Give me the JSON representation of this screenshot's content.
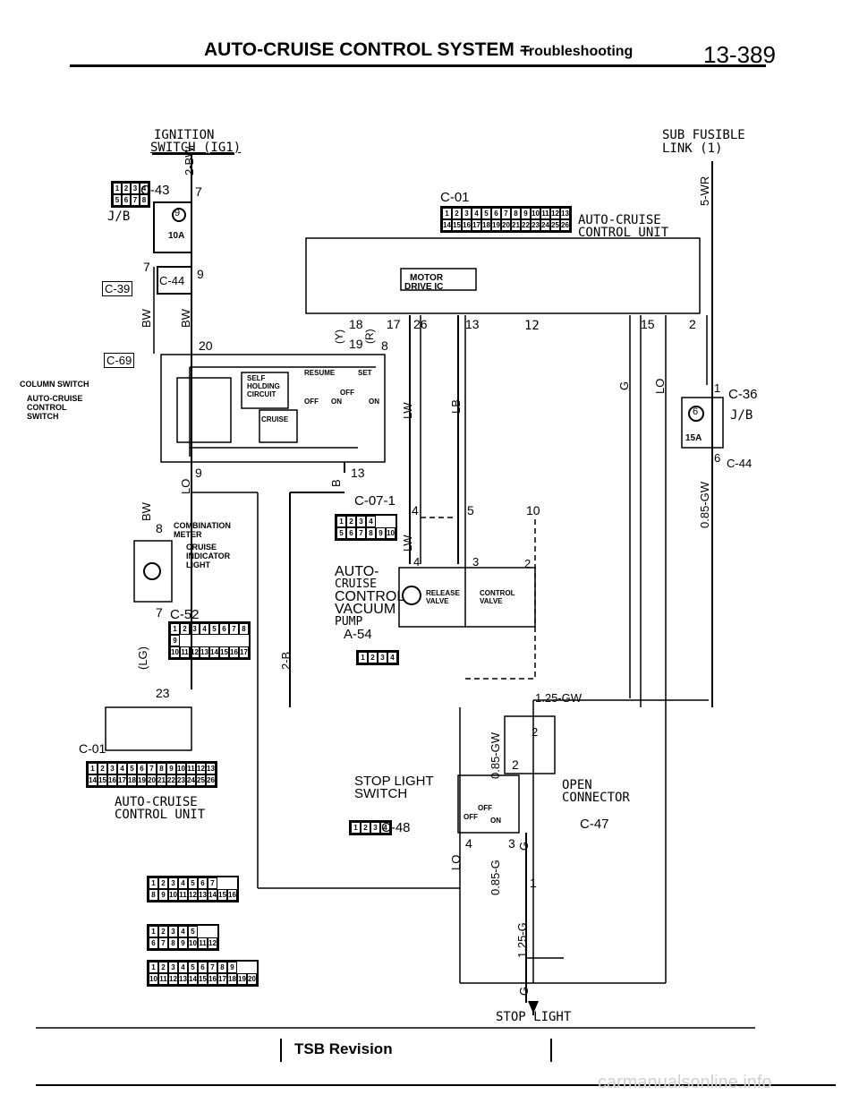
{
  "header": {
    "title": "AUTO-CRUISE CONTROL SYSTEM",
    "dash": "–",
    "subtitle": "Troubleshooting",
    "page_number": "13-389"
  },
  "labels": {
    "ignition": "IGNITION",
    "ignition_switch": "SWITCH (IG1)",
    "sub_fusible": "SUB FUSIBLE",
    "link": "LINK",
    "link_num": "1",
    "jb_left": "J/B",
    "jb_right": "J/B",
    "fuse_left_num": "9",
    "fuse_left_amp": "10A",
    "fuse_right_num": "6",
    "fuse_right_amp": "15A",
    "c43": "C-43",
    "c01_top": "C-01",
    "c01_bottom": "C-01",
    "acu_top_1": "AUTO-CRUISE",
    "acu_top_2": "CONTROL UNIT",
    "acu_bot_1": "AUTO-CRUISE",
    "acu_bot_2": "CONTROL UNIT",
    "c39": "C-39",
    "c44": "C-44",
    "c44b": "C-44",
    "c69": "C-69",
    "c36": "C-36",
    "motor_1": "MOTOR",
    "motor_2": "DRIVE IC",
    "column_sw": "COLUMN SWITCH",
    "acc_sw_1": "AUTO-CRUISE",
    "acc_sw_2": "CONTROL",
    "acc_sw_3": "SWITCH",
    "self_1": "SELF",
    "self_2": "HOLDING",
    "self_3": "CIRCUIT",
    "cruise": "CRUISE",
    "resume": "RESUME",
    "set": "SET",
    "off": "OFF",
    "on": "ON",
    "off2": "OFF",
    "on2": "ON",
    "combi_1": "COMBINATION",
    "combi_2": "METER",
    "cruise_ind_1": "CRUISE",
    "cruise_ind_2": "INDICATOR",
    "cruise_ind_3": "LIGHT",
    "c52": "C-52",
    "c071": "C-07-1",
    "pump_1": "AUTO-",
    "pump_2": "CRUISE",
    "pump_3": "CONTROL",
    "pump_4": "VACUUM",
    "pump_5": "PUMP",
    "a54": "A-54",
    "release_valve_1": "RELEASE",
    "release_valve_2": "VALVE",
    "control_valve_1": "CONTROL",
    "control_valve_2": "VALVE",
    "stop_light_sw_1": "STOP LIGHT",
    "stop_light_sw_2": "SWITCH",
    "c48": "C-48",
    "off3": "OFF",
    "on3": "ON",
    "off4": "OFF",
    "open_conn_1": "OPEN",
    "open_conn_2": "CONNECTOR",
    "c47": "C-47",
    "stop_light": "STOP LIGHT",
    "tsb": "TSB Revision",
    "watermark": "carmanualsonline.info"
  },
  "wire_colors": {
    "w_2bw": "2-BW",
    "w_bw1": "BW",
    "w_bw2": "BW",
    "w_bw3": "BW",
    "w_5wr": "5-WR",
    "w_lo1": "LO",
    "w_lo2": "LO",
    "w_lo3": "LO",
    "w_lw1": "LW",
    "w_lw2": "LW",
    "w_lb": "LB",
    "w_b": "B",
    "w_g": "G",
    "w_lg": "(LG)",
    "w_y": "(Y)",
    "w_r": "(R)",
    "w_2b": "2-B",
    "w_085gw1": "0.85-GW",
    "w_085gw2": "0.85-GW",
    "w_085g": "0.85-G",
    "w_125gw": "1.25-GW",
    "w_125g": "1.25-G",
    "w_g2": "G",
    "w_g3": "G"
  },
  "pins": {
    "p7a": "7",
    "p7b": "7",
    "p9": "9",
    "p20": "20",
    "p18": "18",
    "p19": "19",
    "p17": "17",
    "p8": "8",
    "p26": "26",
    "p13": "13",
    "p12": "12",
    "p15": "15",
    "p2": "2",
    "p1": "1",
    "p6": "6",
    "p9b": "9",
    "p13b": "13",
    "p8b": "8",
    "p1b": "1",
    "p7c": "7",
    "p23": "23",
    "p4": "4",
    "p5": "5",
    "p10": "10",
    "p4b": "4",
    "p3": "3",
    "p2b": "2",
    "p2c": "2",
    "p2d": "2",
    "p4c": "4",
    "p3b": "3",
    "p1c": "1",
    "p6ground": "6"
  },
  "connector_pins": {
    "c01_row1": [
      "1",
      "2",
      "3",
      "4",
      "5",
      "6",
      "7",
      "8",
      "9",
      "10",
      "11",
      "12",
      "13"
    ],
    "c01_row2": [
      "14",
      "15",
      "16",
      "17",
      "18",
      "19",
      "20",
      "21",
      "22",
      "23",
      "24",
      "25",
      "26"
    ],
    "c43_row1": [
      "1",
      "2",
      "3",
      "4"
    ],
    "c43_row2": [
      "5",
      "6",
      "7",
      "8"
    ],
    "c071_row1": [
      "1",
      "2",
      "3",
      "4"
    ],
    "c071_row2": [
      "5",
      "6",
      "7",
      "8",
      "9",
      "10"
    ],
    "c52_row1": [
      "1",
      "2",
      "3",
      "4",
      "5",
      "6",
      "7",
      "8"
    ],
    "c52_row1b": [
      "9"
    ],
    "c52_row2": [
      "10",
      "11",
      "12",
      "13",
      "14",
      "15",
      "16",
      "17"
    ],
    "c39_row1": [
      "1",
      "2",
      "3",
      "4",
      "5",
      "6",
      "7"
    ],
    "c39_row2": [
      "8",
      "9",
      "10",
      "11",
      "12",
      "13",
      "14",
      "15",
      "16"
    ],
    "c44_row1": [
      "1",
      "2",
      "3",
      "4",
      "5"
    ],
    "c44_row2": [
      "6",
      "7",
      "8",
      "9",
      "10",
      "11",
      "12"
    ],
    "c69_row1": [
      "1",
      "2",
      "3",
      "4",
      "5",
      "6",
      "7",
      "8",
      "9"
    ],
    "c69_row2": [
      "10",
      "11",
      "12",
      "13",
      "14",
      "15",
      "16",
      "17",
      "18",
      "19",
      "20"
    ],
    "c48": [
      "1",
      "2",
      "3",
      "4"
    ],
    "c47": [
      "1",
      "2"
    ],
    "a54": [
      "1",
      "2",
      "3",
      "4"
    ]
  }
}
